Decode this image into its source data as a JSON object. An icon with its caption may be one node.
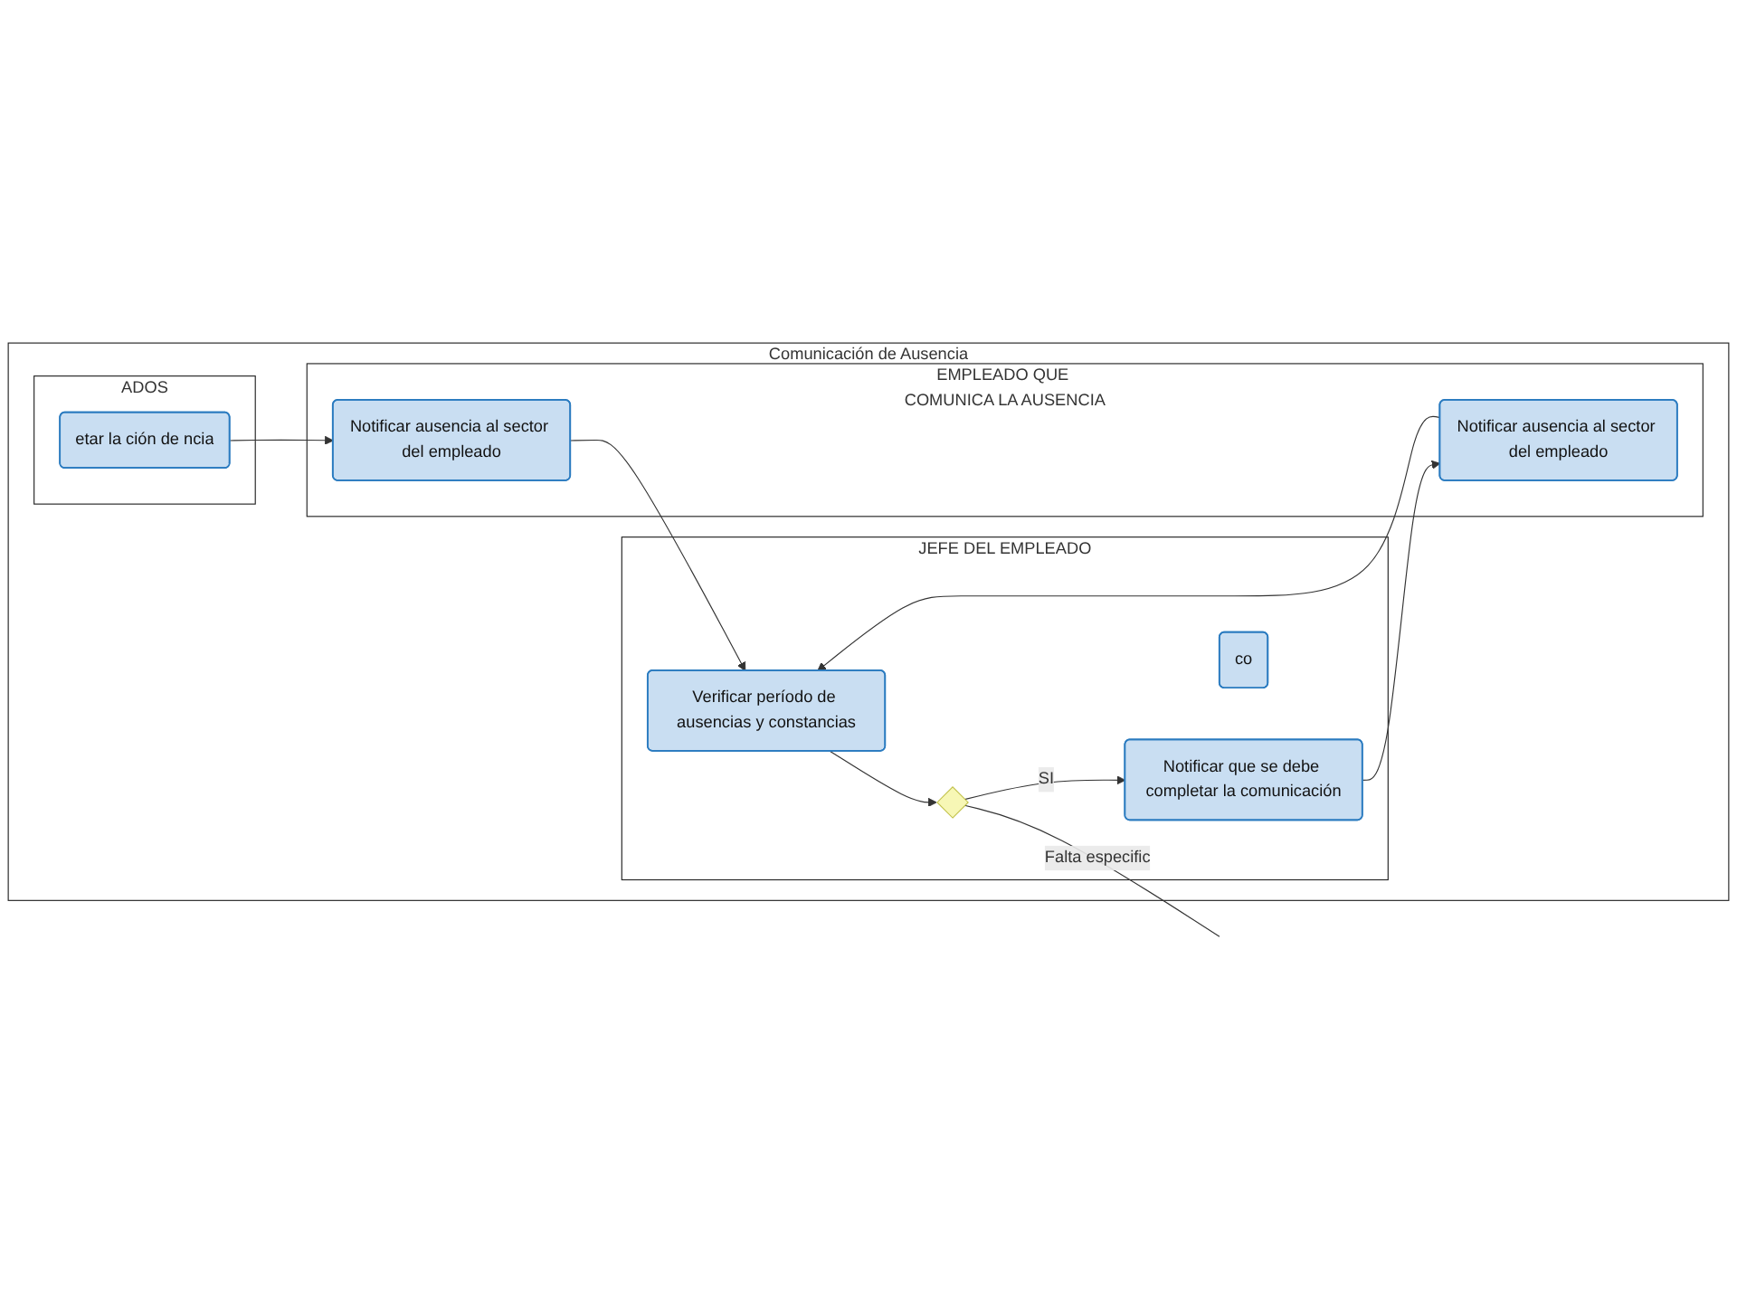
{
  "diagram": {
    "nodes": [
      {
        "text": [
          "Comunicación de Ausencia"
        ]
      },
      {
        "text": [
          "ADOS"
        ],
        "in": 0
      },
      {
        "text": [
          "EMPLEADO QUE COMUNICA LA AUSENCIA"
        ],
        "in": 0
      },
      {
        "text": [
          "JEFE DEL EMPLEADO"
        ],
        "in": 0
      },
      {
        "text": [
          "etar la ción de ncia"
        ],
        "in": 1
      },
      {
        "text": [
          "Notificar ausencia al sector del empleado"
        ],
        "in": 2
      },
      {
        "text": [
          "Notificar ausencia al sector del empleado"
        ],
        "in": 2
      },
      {
        "text": [
          "Verificar período de ausencias y constancias"
        ],
        "in": 3
      },
      {
        "text": [],
        "shape": "diamond",
        "in": 3
      },
      {
        "text": [
          "Notificar que se debe completar la comunicación"
        ],
        "in": 3
      },
      {
        "text": [
          "co"
        ],
        "in": 3
      }
    ],
    "edges": [
      {
        "from": 4,
        "to": 5,
        "arrow": "to"
      },
      {
        "from": 5,
        "to": 7,
        "arrow": "to"
      },
      {
        "from": 6,
        "to": 7,
        "arrow": "to"
      },
      {
        "from": 7,
        "to": 8,
        "arrow": "to"
      },
      {
        "from": 8,
        "to": 9,
        "arrow": "to",
        "label": "SI"
      },
      {
        "from": 9,
        "to": 6,
        "arrow": "to"
      },
      {
        "from": 8,
        "to": null,
        "arrow": "none",
        "label": "Falta especific"
      }
    ]
  }
}
